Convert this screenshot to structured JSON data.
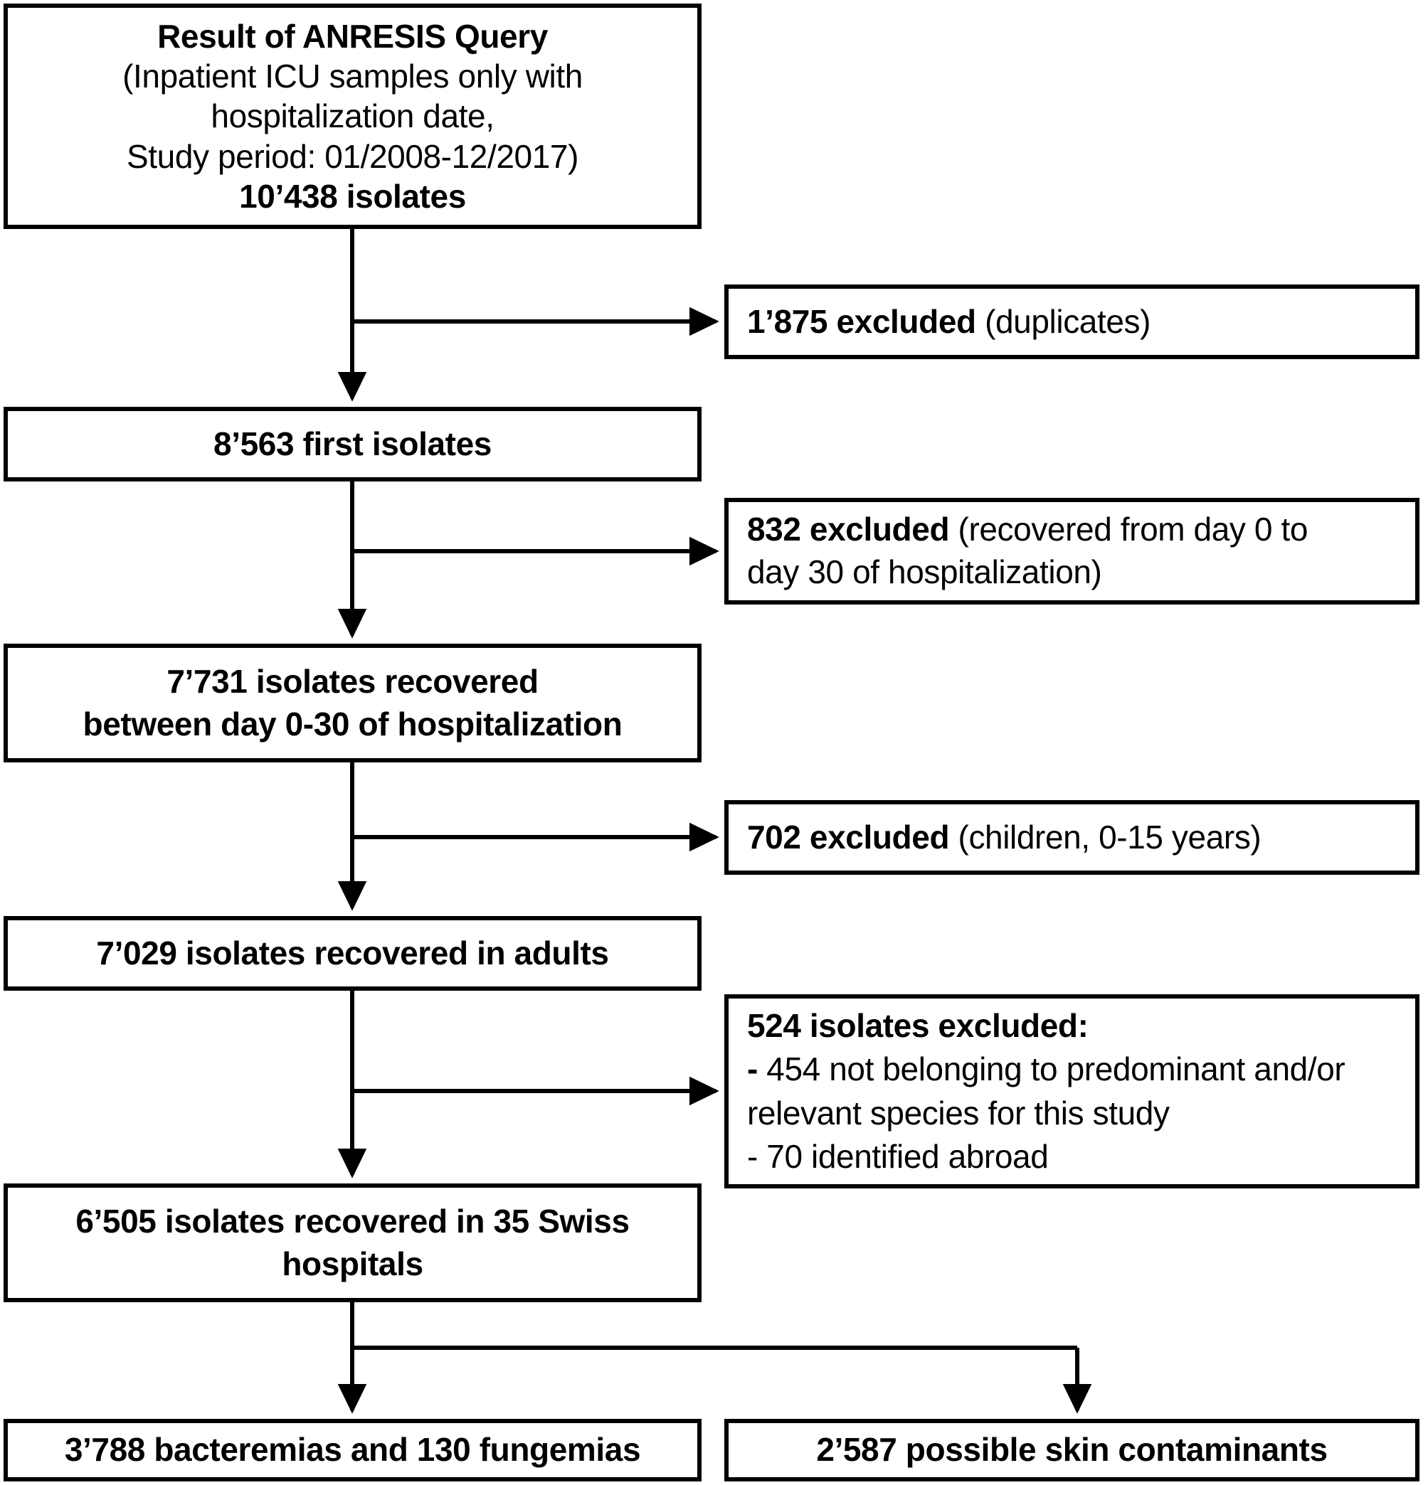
{
  "diagram": {
    "title": "ANRESIS query patient/isolate selection flowchart",
    "colors": {
      "stroke": "#000000",
      "fill": "#ffffff",
      "text": "#000000"
    }
  },
  "nodes": {
    "source": {
      "line1": "Result of ANRESIS Query",
      "line2": "(Inpatient ICU samples only with",
      "line3": "hospitalization date,",
      "line4": "Study period: 01/2008-12/2017)",
      "line5": "10’438 isolates"
    },
    "first_isolates": {
      "line1": "8’563 first isolates"
    },
    "day030": {
      "line1": "7’731 isolates recovered",
      "line2": "between day 0-30 of hospitalization"
    },
    "adults": {
      "line1": "7’029 isolates recovered in adults"
    },
    "swiss": {
      "line1": "6’505 isolates recovered in 35 Swiss",
      "line2": "hospitals"
    },
    "bacteremias": {
      "line1": "3’788 bacteremias and 130 fungemias"
    },
    "skin_contaminants": {
      "line1": "2’587 possible skin contaminants"
    }
  },
  "exclusions": {
    "duplicates": {
      "bold": "1’875 excluded",
      "rest": " (duplicates)"
    },
    "day0to30": {
      "bold": "832 excluded",
      "rest": " (recovered from day 0 to",
      "line2": "day 30 of hospitalization)"
    },
    "children": {
      "bold": "702 excluded",
      "rest": " (children, 0-15 years)"
    },
    "species": {
      "header": "524 isolates excluded:",
      "bullet1_dash": "-",
      "bullet1": " 454 not belonging to predominant and/or",
      "bullet1_cont": "relevant species for this study",
      "bullet2_dash": "-",
      "bullet2": " 70 identified abroad"
    }
  },
  "chart_data": {
    "type": "table",
    "title": "Study flow: ANRESIS ICU isolate selection, 01/2008-12/2017",
    "steps": [
      {
        "label": "Result of ANRESIS Query (Inpatient ICU samples only with hospitalization date)",
        "value": 10438,
        "unit": "isolates"
      },
      {
        "label": "First isolates",
        "value": 8563,
        "unit": "isolates"
      },
      {
        "label": "Isolates recovered between day 0-30 of hospitalization",
        "value": 7731,
        "unit": "isolates"
      },
      {
        "label": "Isolates recovered in adults",
        "value": 7029,
        "unit": "isolates"
      },
      {
        "label": "Isolates recovered in 35 Swiss hospitals",
        "value": 6505,
        "unit": "isolates"
      },
      {
        "label": "Bacteremias",
        "value": 3788,
        "unit": "bacteremias"
      },
      {
        "label": "Fungemias",
        "value": 130,
        "unit": "fungemias"
      },
      {
        "label": "Possible skin contaminants",
        "value": 2587,
        "unit": "isolates"
      }
    ],
    "exclusions": [
      {
        "label": "duplicates",
        "value": 1875
      },
      {
        "label": "recovered from day 0 to day 30 of hospitalization",
        "value": 832
      },
      {
        "label": "children, 0-15 years",
        "value": 702
      },
      {
        "label": "isolates excluded (total)",
        "value": 524
      },
      {
        "label": "not belonging to predominant and/or relevant species for this study",
        "value": 454
      },
      {
        "label": "identified abroad",
        "value": 70
      }
    ]
  }
}
